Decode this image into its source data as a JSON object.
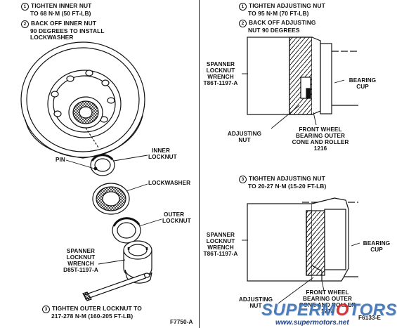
{
  "left": {
    "step1": {
      "num": "1",
      "line1": "TIGHTEN INNER NUT",
      "line2": "TO 68 N·m (50 FT-LB)"
    },
    "step2": {
      "num": "2",
      "line1": "BACK OFF INNER NUT",
      "line2": "90 DEGREES TO INSTALL",
      "line3": "LOCKWASHER"
    },
    "labels": {
      "inner_locknut": [
        "INNER",
        "LOCKNUT"
      ],
      "pin": "PIN",
      "lockwasher": "LOCKWASHER",
      "outer_locknut": [
        "OUTER",
        "LOCKNUT"
      ],
      "spanner_wrench": [
        "SPANNER",
        "LOCKNUT",
        "WRENCH",
        "D85T-1197-A"
      ]
    },
    "step3": {
      "num": "3",
      "line1": "TIGHTEN OUTER LOCKNUT TO",
      "line2": "217-278 N·m (160-205 FT-LB)"
    },
    "figure_id": "F7750-A"
  },
  "right": {
    "step1": {
      "num": "1",
      "line1": "TIGHTEN ADJUSTING NUT",
      "line2": "TO 95 N·m (70 FT-LB)"
    },
    "step2": {
      "num": "2",
      "line1": "BACK OFF ADJUSTING",
      "line2": "NUT 90 DEGREES"
    },
    "top_labels": {
      "spanner_wrench": [
        "SPANNER",
        "LOCKNUT",
        "WRENCH",
        "T86T-1197-A"
      ],
      "bearing_cup": [
        "BEARING",
        "CUP"
      ],
      "adjusting_nut": [
        "ADJUSTING",
        "NUT"
      ],
      "front_wheel": [
        "FRONT WHEEL",
        "BEARING OUTER",
        "CONE AND ROLLER",
        "1216"
      ]
    },
    "step3": {
      "num": "3",
      "line1": "TIGHTEN ADJUSTING NUT",
      "line2": "TO 20-27 N·m (15-20 FT-LB)"
    },
    "bottom_labels": {
      "spanner_wrench": [
        "SPANNER",
        "LOCKNUT",
        "WRENCH",
        "T86T-1197-A"
      ],
      "bearing_cup": [
        "BEARING",
        "CUP"
      ],
      "adjusting_nut": [
        "ADJUSTING",
        "NUT"
      ],
      "front_wheel": [
        "FRONT WHEEL",
        "BEARING OUTER",
        "CONE AND ROLLER",
        "1216"
      ]
    },
    "figure_id": "F6133-E"
  },
  "watermark": {
    "brand_a": "SUPERM",
    "brand_o": "O",
    "brand_b": "TORS",
    "site": "www.supermotors.net"
  },
  "colors": {
    "ink": "#111111",
    "paper": "#ffffff",
    "watermark_blue": "#3a6fb0",
    "watermark_red": "#d02020"
  }
}
